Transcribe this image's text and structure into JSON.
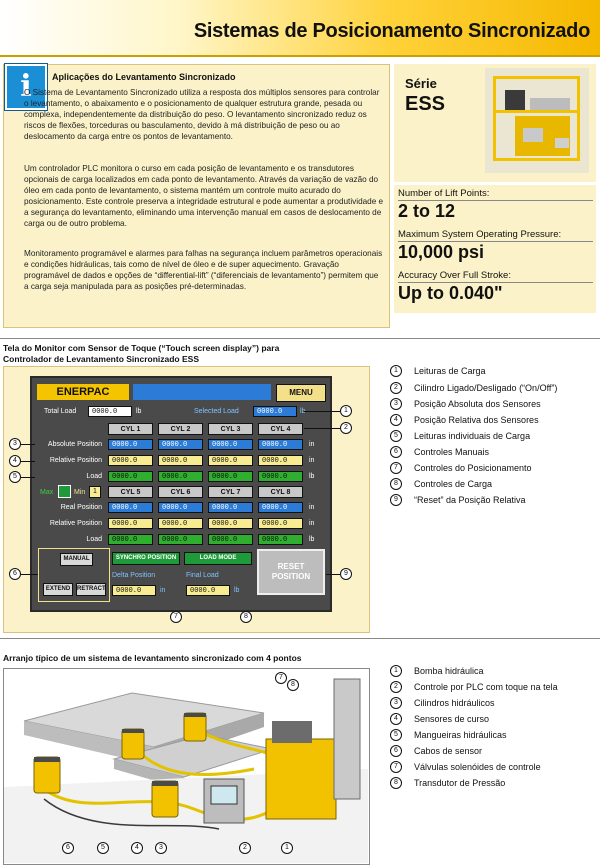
{
  "header": {
    "title": "Sistemas de Posicionamento Sincronizado"
  },
  "info": {
    "icon": "info-icon",
    "title": "Aplicações do Levantamento Sincronizado",
    "p1": "O Sistema de Levantamento Sincronizado utiliza a resposta dos múltiplos sensores para controlar o levantamento, o abaixamento e o posicionamento de qualquer estrutura grande, pesada ou complexa, independentemente da distribuição do peso. O levantamento sincronizado reduz os riscos de flexões, torceduras ou basculamento, devido à má distribuição de peso ou ao deslocamento da carga entre os pontos de levantamento.",
    "p2": "Um controlador PLC monitora o curso em cada posição de levantamento e os transdutores opcionais de carga localizados em cada ponto de levantamento. Através da variação de vazão do óleo em cada ponto de levantamento, o sistema mantém um controle muito acurado do posicionamento. Este controle preserva a integridade estrutural e pode aumentar a produtividade e a segurança do levantamento, eliminando uma intervenção manual em casos de deslocamento de carga ou de outro problema.",
    "p3": "Monitoramento programável e alarmes para falhas na segurança incluem parâmetros operacionais e condições hidráulicas, tais como de nível de óleo e de super aquecimento. Gravação programável de dados e opções de “differential-lift” (“diferenciais de levantamento”) permitem que a carga seja manipulada para as posições pré-determinadas."
  },
  "series": {
    "label": "Série",
    "code": "ESS"
  },
  "specs": [
    {
      "label": "Number of Lift Points:",
      "value": "2 to 12"
    },
    {
      "label": "Maximum System Operating Pressure:",
      "value": "10,000 psi"
    },
    {
      "label": "Accuracy Over Full Stroke:",
      "value": "Up to 0.040\""
    }
  ],
  "monitor": {
    "caption1": "Tela do Monitor com Sensor de Toque (“Touch screen display”)  para",
    "caption2": "Controlador de Levantamento Sincronizado  ESS",
    "brand": "ENERPAC",
    "menu": "MENU",
    "total_load_label": "Total Load",
    "total_load_value": "0000.0",
    "selected_load_label": "Selected Load",
    "selected_load_value": "0000.0",
    "unit_lb": "lb",
    "unit_in": "in",
    "cyl_top": [
      "CYL 1",
      "CYL 2",
      "CYL 3",
      "CYL 4"
    ],
    "cyl_bottom": [
      "CYL 5",
      "CYL 6",
      "CYL 7",
      "CYL 8"
    ],
    "row_abs": "Absolute Position",
    "row_rel": "Relative Position",
    "row_load": "Load",
    "row_real": "Real Position",
    "cell_value": "0000.0",
    "max_label": "Max",
    "min_label": "Min",
    "min_value": "1",
    "manual": "MANUAL",
    "synchro": "SYNCHRO POSITION",
    "load_mode": "LOAD MODE",
    "extend": "EXTEND",
    "retract": "RETRACT",
    "delta_position": "Delta Position",
    "final_load": "Final Load",
    "delta_value": "0000.0",
    "final_value": "0000.0",
    "reset": "RESET POSITION"
  },
  "monitor_legend": [
    {
      "n": "1",
      "text": "Leituras de Carga"
    },
    {
      "n": "2",
      "text": "Cilindro Ligado/Desligado (“On/Off”)"
    },
    {
      "n": "3",
      "text": "Posição Absoluta dos Sensores"
    },
    {
      "n": "4",
      "text": "Posição Relativa dos Sensores"
    },
    {
      "n": "5",
      "text": "Leituras individuais de Carga"
    },
    {
      "n": "6",
      "text": "Controles Manuais"
    },
    {
      "n": "7",
      "text": "Controles do Posicionamento"
    },
    {
      "n": "8",
      "text": "Controles de Carga"
    },
    {
      "n": "9",
      "text": "“Reset” da Posição Relativa"
    }
  ],
  "layout_caption": "Arranjo típico de um sistema de levantamento sincronizado com 4 pontos",
  "layout_legend": [
    {
      "n": "1",
      "text": "Bomba hidráulica"
    },
    {
      "n": "2",
      "text": "Controle por PLC com toque na tela"
    },
    {
      "n": "3",
      "text": "Cilindros hidráulicos"
    },
    {
      "n": "4",
      "text": "Sensores de curso"
    },
    {
      "n": "5",
      "text": "Mangueiras hidráulicas"
    },
    {
      "n": "6",
      "text": "Cabos de sensor"
    },
    {
      "n": "7",
      "text": "Válvulas solenóides de controle"
    },
    {
      "n": "8",
      "text": "Transdutor de Pressão"
    }
  ],
  "colors": {
    "accent": "#f5c400",
    "panel": "#fbf2c9",
    "screen_blue": "#2c7bd6",
    "screen_green": "#2fae2f",
    "screen_yellow": "#f7ec92"
  }
}
